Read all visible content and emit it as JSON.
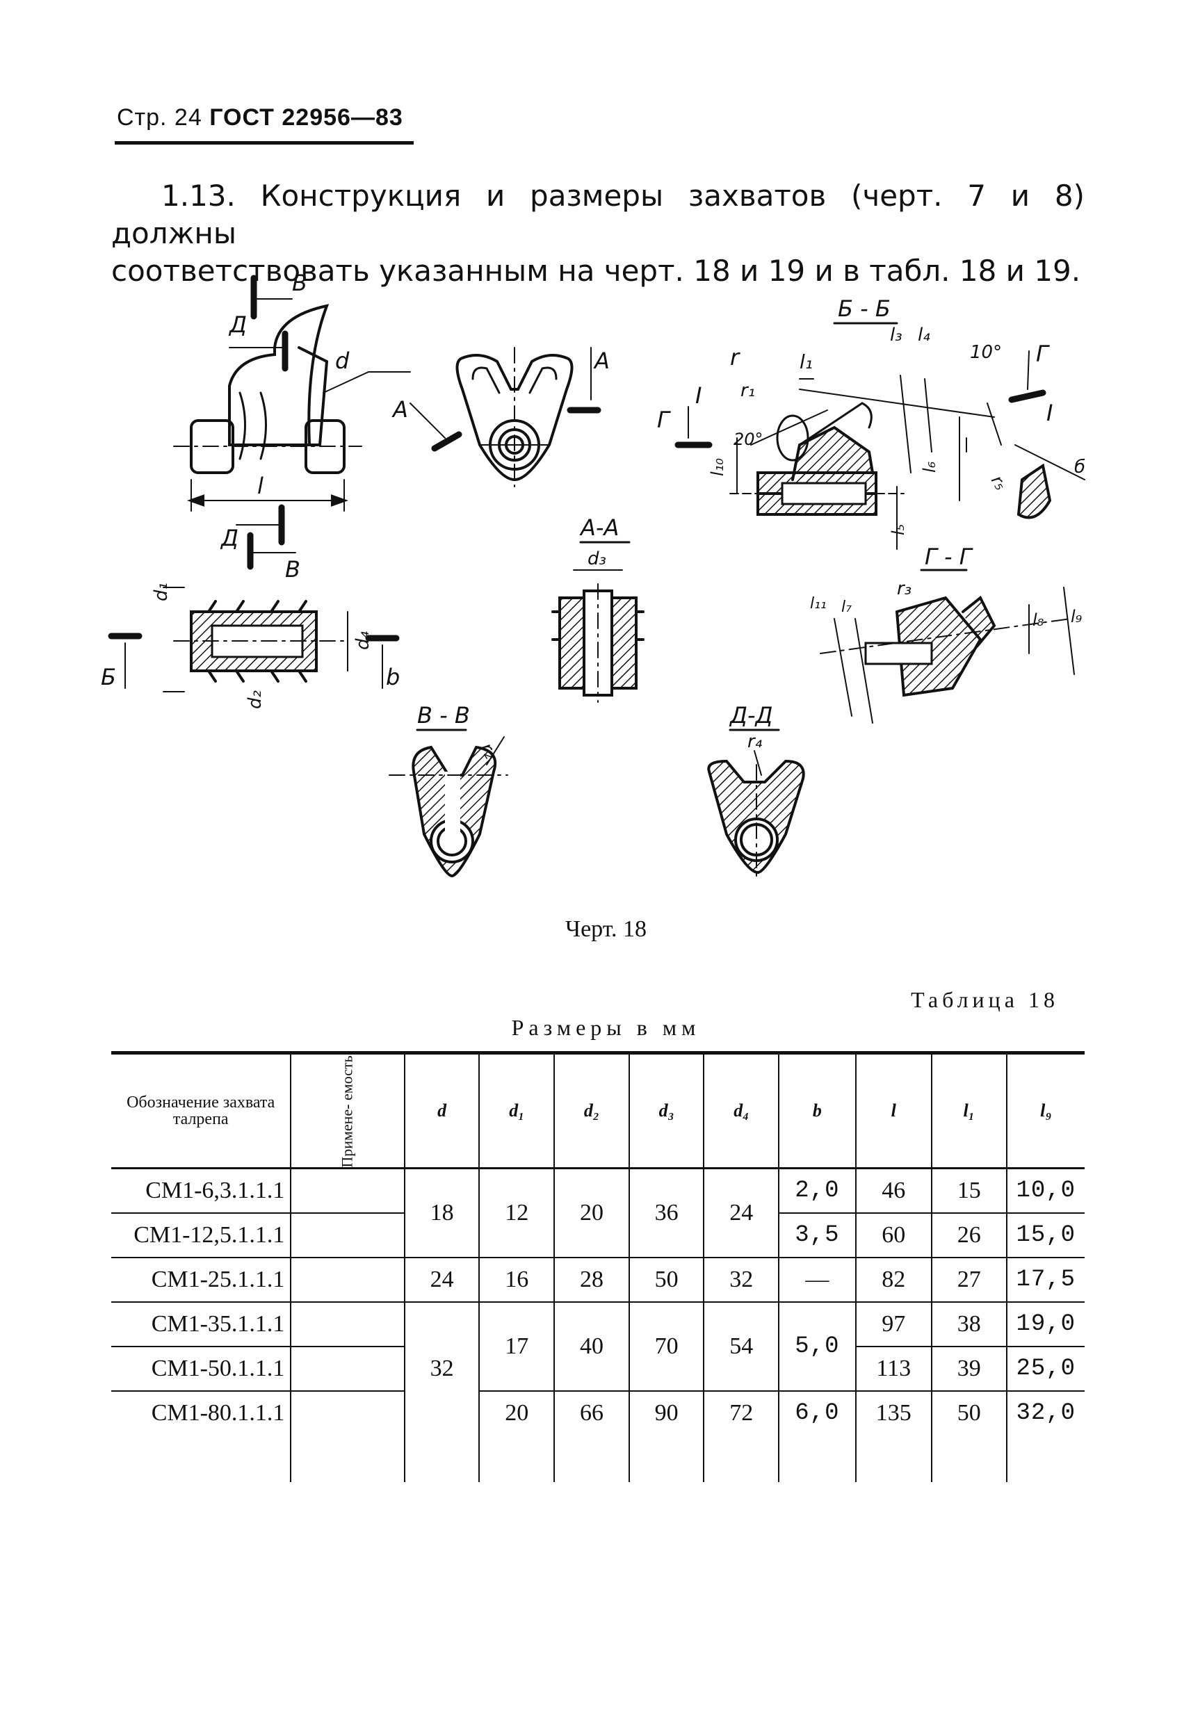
{
  "header": {
    "page": "Стр. 24",
    "standard": "ГОСТ 22956—83"
  },
  "intro": {
    "line1": "1.13. Конструкция и размеры захватов  (черт. 7 и 8) должны",
    "line2": "соответствовать указанным на черт. 18 и 19 и в табл. 18 и 19."
  },
  "drawing": {
    "labels": {
      "V": "В",
      "D": "Д",
      "d": "d",
      "l": "l",
      "A": "А",
      "BB": "Б - Б",
      "r": "r",
      "r1": "r₁",
      "l1": "l₁",
      "l3": "l₃",
      "l4": "l₄",
      "deg10": "10°",
      "G": "Г",
      "I": "I",
      "deg20": "20°",
      "l10": "l₁₀",
      "l6": "l₆",
      "l5": "l₅",
      "r5": "r₅",
      "b_small": "б",
      "AA": "А-А",
      "d3": "d₃",
      "d1": "d₁",
      "d4": "d₄",
      "d2": "d₂",
      "B_cap": "Б",
      "b_it": "b",
      "GG": "Г - Г",
      "r3": "r₃",
      "l11": "l₁₁",
      "l7": "l₇",
      "l8": "l₈",
      "l9": "l₉",
      "VV": "В - В",
      "r2": "r₂",
      "DD": "Д-Д",
      "r4": "r₄"
    },
    "caption": "Черт. 18"
  },
  "table": {
    "caption": "Таблица 18",
    "units": "Размеры в мм",
    "headers": {
      "designation": "Обозначение захвата талрепа",
      "applicability": "Примене- емость",
      "d": "d",
      "d1": "d₁",
      "d2": "d₂",
      "d3": "d₃",
      "d4": "d₄",
      "b": "b",
      "l": "l",
      "l1": "l₁",
      "l9": "l₉"
    },
    "rows": [
      {
        "designation": "СМ1-6,3.1.1.1",
        "d": "18",
        "d1": "12",
        "d2": "20",
        "d3": "36",
        "d4": "24",
        "b": "2,0",
        "l": "46",
        "l1": "15",
        "l9": "10,0"
      },
      {
        "designation": "СМ1-12,5.1.1.1",
        "b": "3,5",
        "l": "60",
        "l1": "26",
        "l9": "15,0"
      },
      {
        "designation": "СМ1-25.1.1.1",
        "d": "24",
        "d1": "16",
        "d2": "28",
        "d3": "50",
        "d4": "32",
        "b": "—",
        "l": "82",
        "l1": "27",
        "l9": "17,5"
      },
      {
        "designation": "СМ1-35.1.1.1",
        "d": "32",
        "d1": "17",
        "d2": "40",
        "d3": "70",
        "d4": "54",
        "b": "5,0",
        "l": "97",
        "l1": "38",
        "l9": "19,0"
      },
      {
        "designation": "СМ1-50.1.1.1",
        "l": "113",
        "l1": "39",
        "l9": "25,0"
      },
      {
        "designation": "СМ1-80.1.1.1",
        "d1": "20",
        "d2": "66",
        "d3": "90",
        "d4": "72",
        "b": "6,0",
        "l": "135",
        "l1": "50",
        "l9": "32,0"
      }
    ]
  }
}
